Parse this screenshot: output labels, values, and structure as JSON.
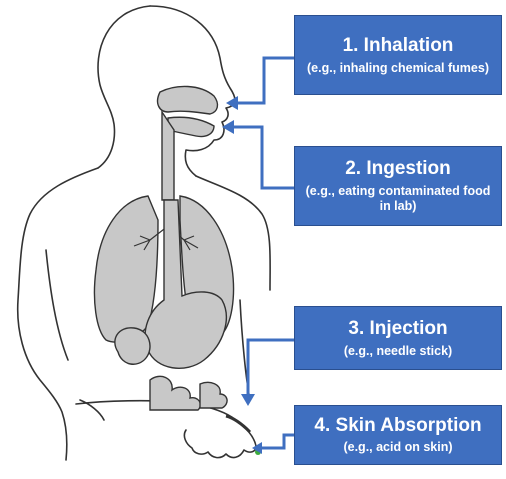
{
  "routes": [
    {
      "title": "1. Inhalation",
      "subtitle": "(e.g., inhaling chemical fumes)"
    },
    {
      "title": "2. Ingestion",
      "subtitle": "(e.g., eating contaminated food in lab)"
    },
    {
      "title": "3. Injection",
      "subtitle": "(e.g., needle stick)"
    },
    {
      "title": "4. Skin Absorption",
      "subtitle": "(e.g., acid on skin)"
    }
  ],
  "colors": {
    "box_fill": "#3f6fc0",
    "arrow": "#3f6fc0",
    "organ_fill": "#c8c8c8",
    "outline": "#333333"
  }
}
